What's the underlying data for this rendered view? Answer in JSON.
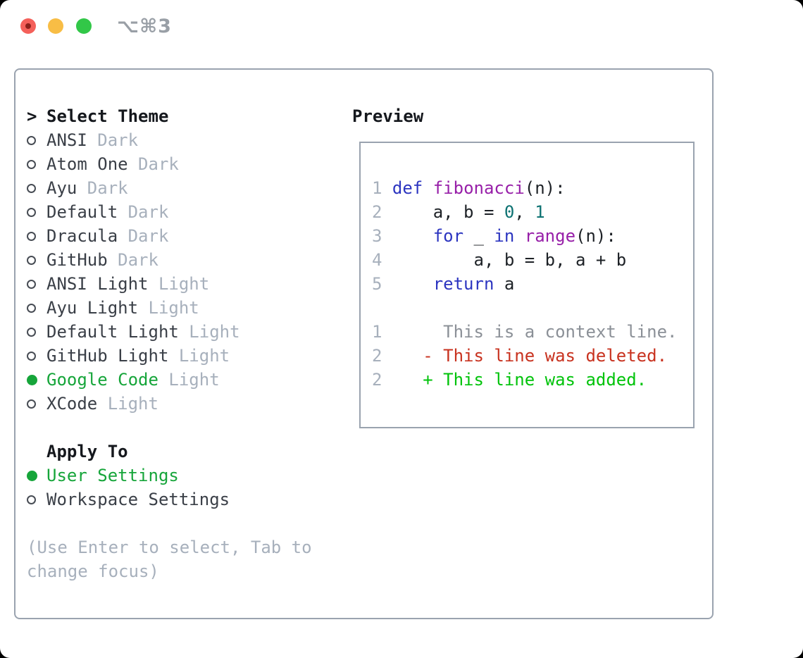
{
  "titlebar": {
    "shortcut": "⌥⌘3"
  },
  "left": {
    "header_prefix": ">",
    "header": "Select Theme",
    "themes": [
      {
        "name": "ANSI",
        "variant": "Dark",
        "selected": false
      },
      {
        "name": "Atom One",
        "variant": "Dark",
        "selected": false
      },
      {
        "name": "Ayu",
        "variant": "Dark",
        "selected": false
      },
      {
        "name": "Default",
        "variant": "Dark",
        "selected": false
      },
      {
        "name": "Dracula",
        "variant": "Dark",
        "selected": false
      },
      {
        "name": "GitHub",
        "variant": "Dark",
        "selected": false
      },
      {
        "name": "ANSI Light",
        "variant": "Light",
        "selected": false
      },
      {
        "name": "Ayu Light",
        "variant": "Light",
        "selected": false
      },
      {
        "name": "Default Light",
        "variant": "Light",
        "selected": false
      },
      {
        "name": "GitHub Light",
        "variant": "Light",
        "selected": false
      },
      {
        "name": "Google Code",
        "variant": "Light",
        "selected": true
      },
      {
        "name": "XCode",
        "variant": "Light",
        "selected": false
      }
    ],
    "apply_header": "Apply To",
    "apply_to": [
      {
        "name": "User Settings",
        "selected": true
      },
      {
        "name": "Workspace Settings",
        "selected": false
      }
    ],
    "hint_lines": [
      "(Use Enter to select, Tab to",
      "change focus)"
    ]
  },
  "preview": {
    "header": "Preview",
    "code_lines": [
      {
        "n": "1",
        "segs": [
          {
            "t": " ",
            "c": "plain"
          },
          {
            "t": "def",
            "c": "kw"
          },
          {
            "t": " ",
            "c": "plain"
          },
          {
            "t": "fibonacci",
            "c": "fn"
          },
          {
            "t": "(n):",
            "c": "plain"
          }
        ]
      },
      {
        "n": "2",
        "segs": [
          {
            "t": "     a, b = ",
            "c": "plain"
          },
          {
            "t": "0",
            "c": "num"
          },
          {
            "t": ", ",
            "c": "plain"
          },
          {
            "t": "1",
            "c": "num"
          }
        ]
      },
      {
        "n": "3",
        "segs": [
          {
            "t": "     ",
            "c": "plain"
          },
          {
            "t": "for",
            "c": "kw"
          },
          {
            "t": " _ ",
            "c": "plain"
          },
          {
            "t": "in",
            "c": "kw"
          },
          {
            "t": " ",
            "c": "plain"
          },
          {
            "t": "range",
            "c": "fn"
          },
          {
            "t": "(n):",
            "c": "plain"
          }
        ]
      },
      {
        "n": "4",
        "segs": [
          {
            "t": "         a, b = b, a + b",
            "c": "plain"
          }
        ]
      },
      {
        "n": "5",
        "segs": [
          {
            "t": "     ",
            "c": "plain"
          },
          {
            "t": "return",
            "c": "kw"
          },
          {
            "t": " a",
            "c": "plain"
          }
        ]
      },
      {
        "n": "",
        "segs": []
      },
      {
        "n": "1",
        "segs": [
          {
            "t": "      This is a context line.",
            "c": "ctx"
          }
        ]
      },
      {
        "n": "2",
        "segs": [
          {
            "t": "    - This line was deleted.",
            "c": "del"
          }
        ]
      },
      {
        "n": "2",
        "segs": [
          {
            "t": "    + This line was added.",
            "c": "add"
          }
        ]
      }
    ]
  },
  "colors": {
    "window_bg": "#ffffff",
    "outside_bg": "#000000",
    "panel_border": "#9aa3af",
    "header_text": "#15181d",
    "item_text": "#3a3f47",
    "muted_text": "#a7b0bc",
    "accent_green": "#16a53a",
    "traffic_red": "#f4605a",
    "traffic_red_dot": "#8c211b",
    "traffic_yellow": "#f8bd45",
    "traffic_green": "#32c748",
    "title_text": "#999fa6",
    "code_plain": "#1d2126",
    "code_keyword": "#2c35c0",
    "code_function": "#971fa8",
    "code_number": "#0d7272",
    "code_linenum": "#a7b0bc",
    "diff_context": "#8b9097",
    "diff_deleted": "#c8321f",
    "diff_added": "#00c30a"
  }
}
